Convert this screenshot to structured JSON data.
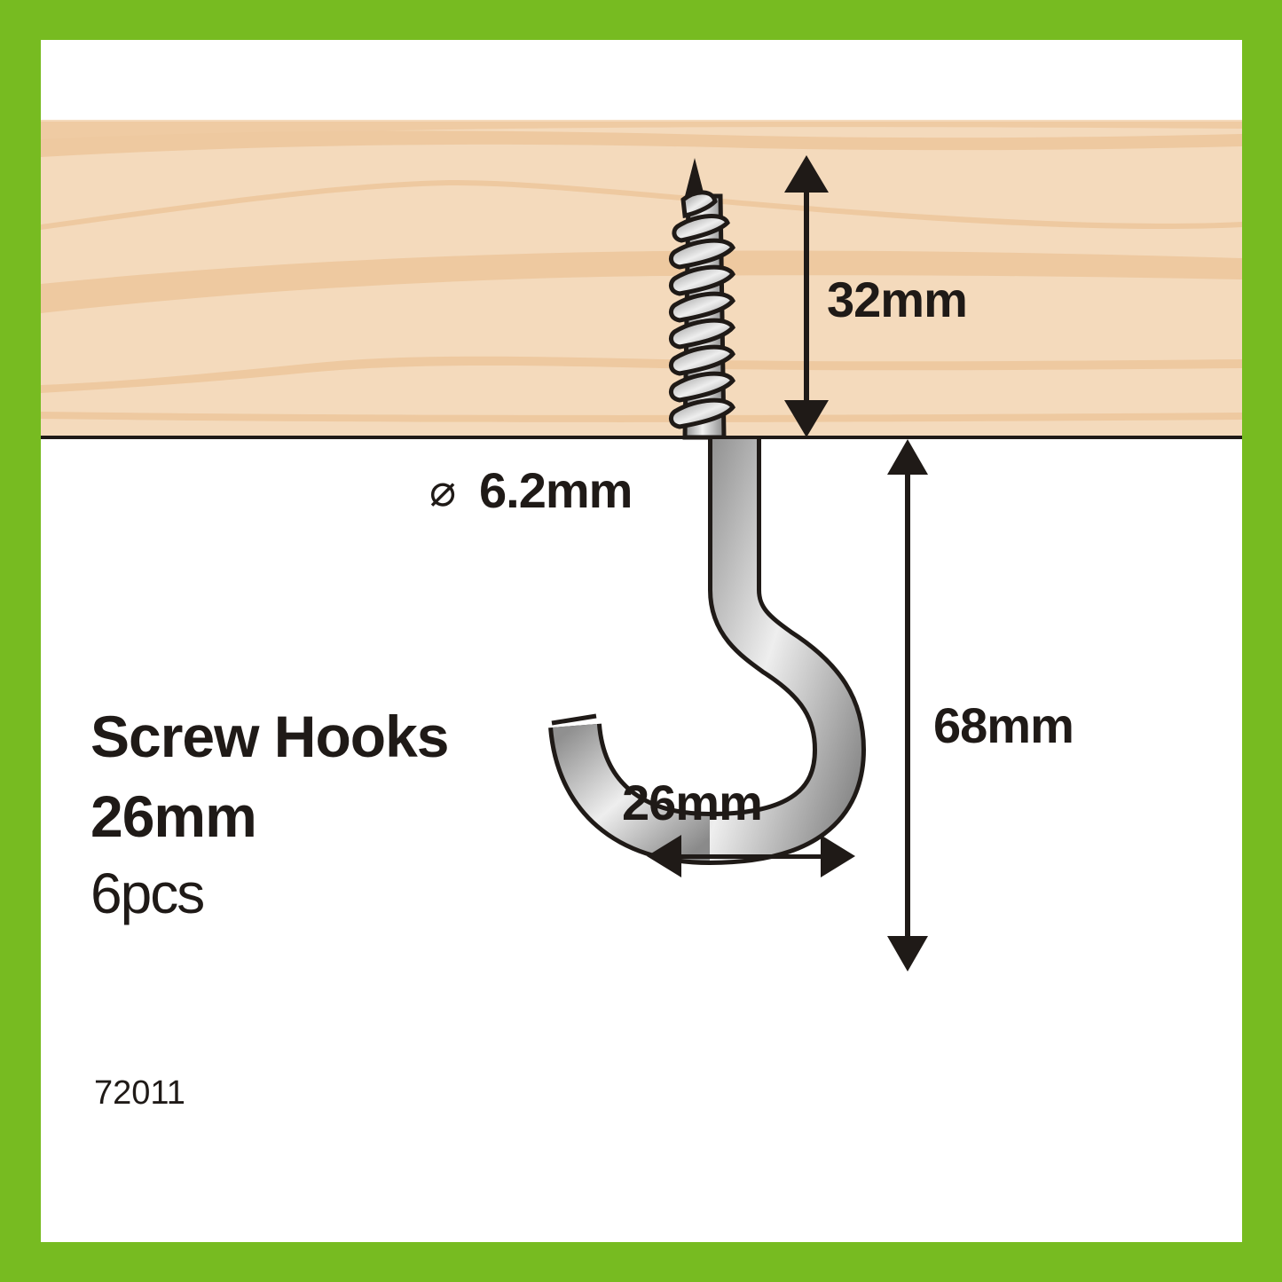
{
  "product": {
    "name": "Screw Hooks",
    "size": "26mm",
    "quantity": "6pcs",
    "code": "72011"
  },
  "dimensions": {
    "thread_length": "32mm",
    "diameter_symbol": "⌀",
    "diameter": "6.2mm",
    "hook_opening": "26mm",
    "shank_length": "68mm"
  },
  "colors": {
    "border": "#77bb21",
    "wood": "#f4dabc",
    "wood_grain": "#eec9a0",
    "ink": "#1f1a17",
    "metal_light": "#f2f2f2",
    "metal_dark": "#8f8f8f"
  },
  "icons": {
    "diameter": "diameter-symbol-icon",
    "arrow": "double-headed-arrow-icon"
  }
}
